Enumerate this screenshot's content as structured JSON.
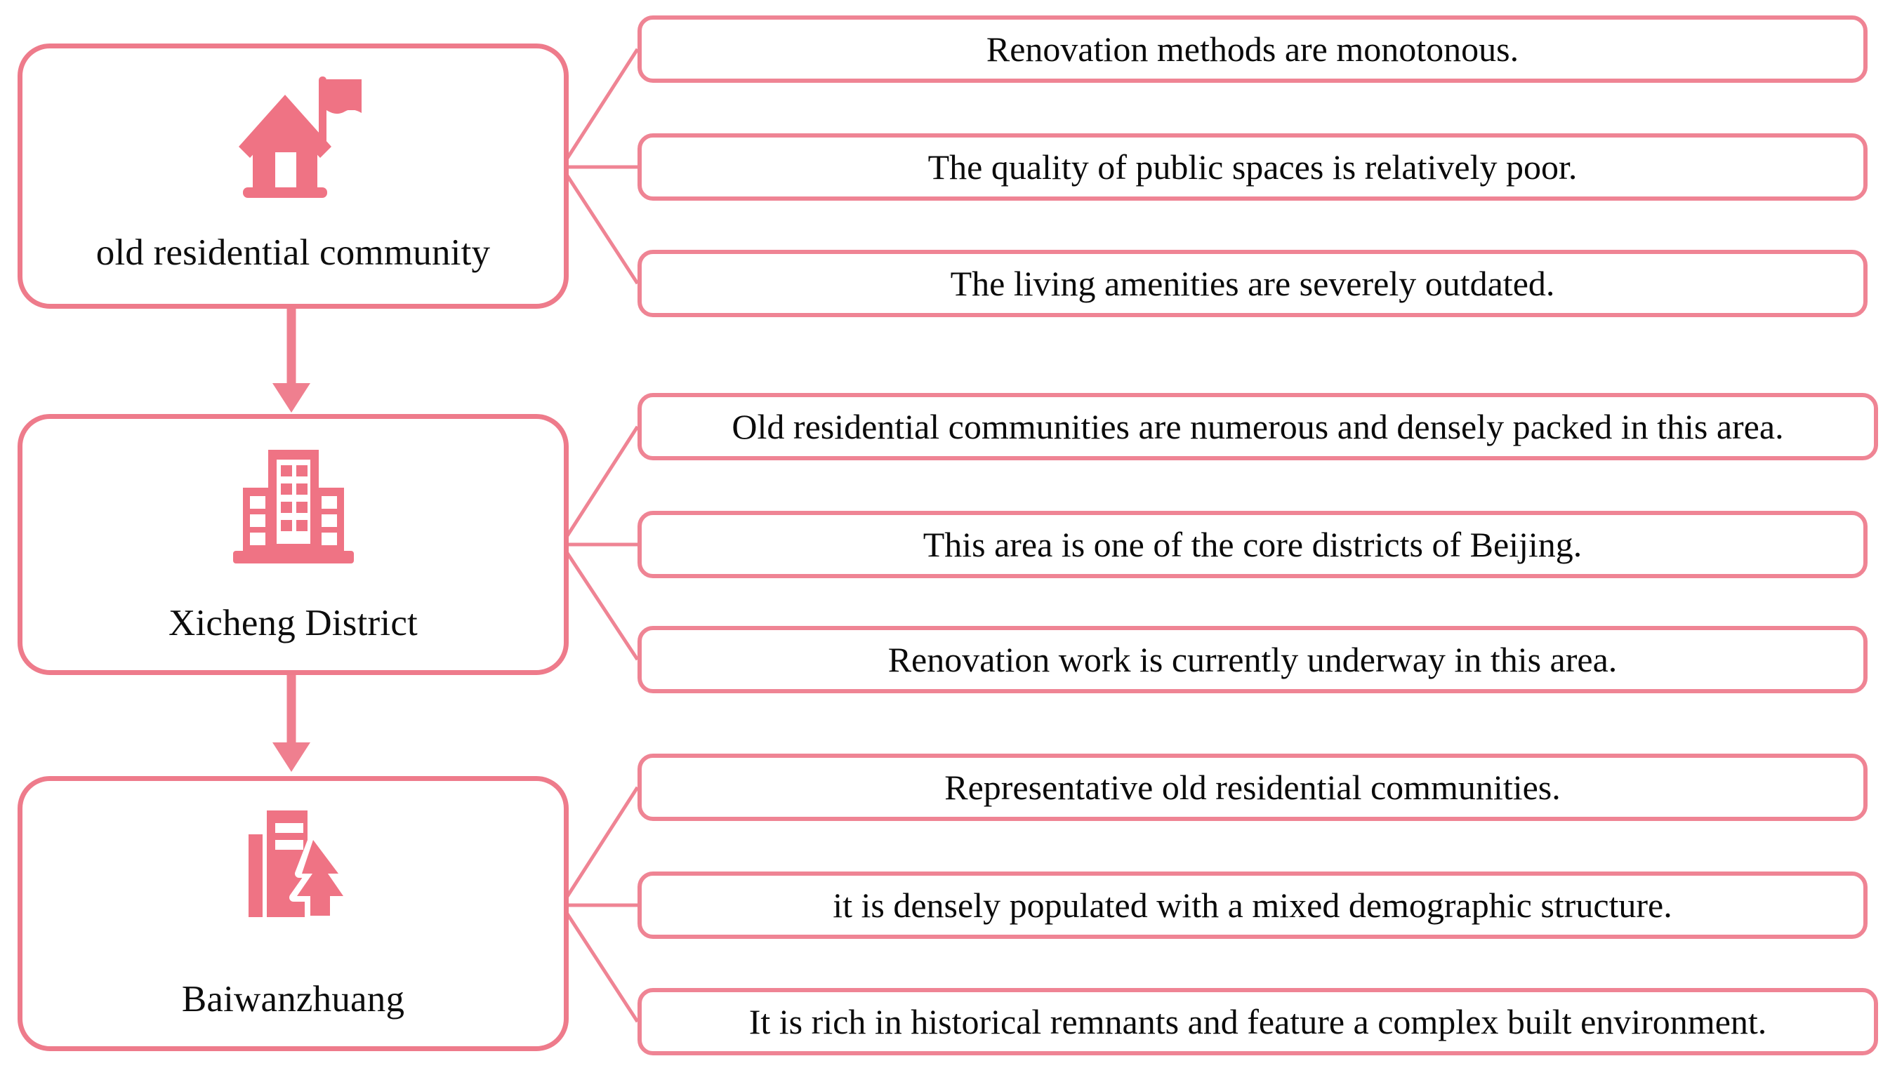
{
  "theme": {
    "accent": "#ee7b8b",
    "box_border": "#ef8494",
    "icon_fill": "#ef7384",
    "text": "#0b0b0b",
    "background": "#ffffff"
  },
  "diagram": {
    "type": "flow-with-annotations",
    "flow_direction": "top-to-bottom",
    "nodes": [
      {
        "id": "old-residential-community",
        "label": "old residential community",
        "icon": "house-with-flag-icon",
        "statements": [
          "Renovation methods are monotonous.",
          "The quality of public spaces is relatively poor.",
          "The living amenities are severely outdated."
        ]
      },
      {
        "id": "xicheng-district",
        "label": "Xicheng District",
        "icon": "city-buildings-icon",
        "statements": [
          "Old residential communities are numerous and densely packed in this area.",
          "This area is one of the core districts of Beijing.",
          "Renovation work is currently underway in this area."
        ]
      },
      {
        "id": "baiwanzhuang",
        "label": "Baiwanzhuang",
        "icon": "building-with-tree-icon",
        "statements": [
          "Representative old residential communities.",
          "it is densely populated with a mixed demographic structure.",
          "It is rich in historical remnants and feature a complex built environment."
        ]
      }
    ],
    "arrows": [
      {
        "from": "old-residential-community",
        "to": "xicheng-district",
        "icon": "arrow-down-icon"
      },
      {
        "from": "xicheng-district",
        "to": "baiwanzhuang",
        "icon": "arrow-down-icon"
      }
    ]
  }
}
